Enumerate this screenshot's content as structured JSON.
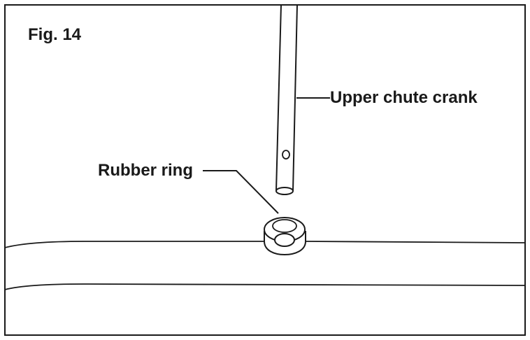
{
  "figure": {
    "label": "Fig. 14"
  },
  "callouts": {
    "upper_chute_crank": "Upper chute crank",
    "rubber_ring": "Rubber ring"
  },
  "colors": {
    "line": "#1a1a1a",
    "background": "#ffffff"
  }
}
